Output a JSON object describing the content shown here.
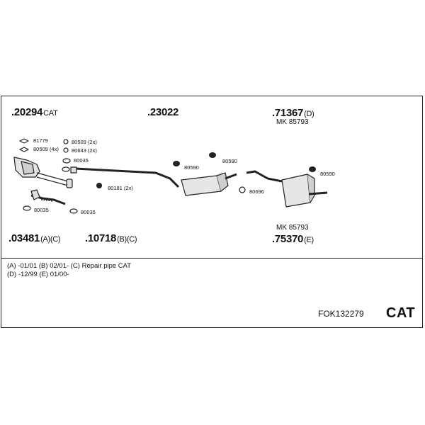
{
  "main_parts": [
    {
      "number": ".20294",
      "suffix": "CAT"
    },
    {
      "number": ".23022",
      "suffix": ""
    },
    {
      "number": ".71367",
      "suffix": "(D)"
    },
    {
      "number": ".03481",
      "suffix": "(A)(C)"
    },
    {
      "number": ".10718",
      "suffix": "(B)(C)"
    },
    {
      "number": ".75370",
      "suffix": "(E)"
    }
  ],
  "mk_labels": [
    "MK 85793",
    "MK 85793"
  ],
  "small_parts": [
    "81779",
    "80509 (4x)",
    "80509 (2x)",
    "80643 (2x)",
    "80035",
    "80181 (2x)",
    "80590",
    "80590",
    "80590",
    "80696",
    "80035",
    "80035"
  ],
  "notes": {
    "line1": "(A) -01/01 (B) 02/01- (C) Repair pipe CAT",
    "line2": "(D) -12/99 (E) 01/00-"
  },
  "set_code": "FOK132279",
  "category": "CAT"
}
